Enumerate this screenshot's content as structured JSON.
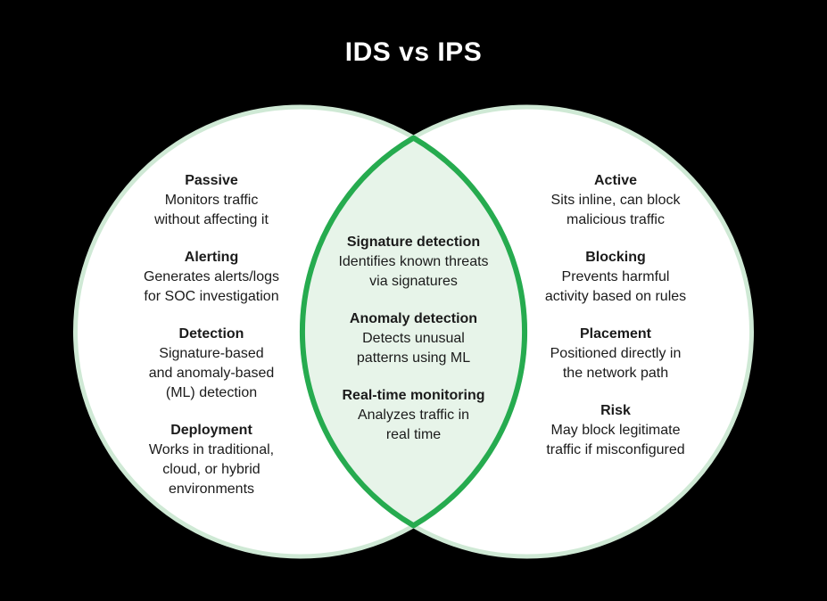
{
  "title": "IDS vs IPS",
  "colors": {
    "background": "#000000",
    "circle_fill": "#ffffff",
    "circle_border": "#cfe9d5",
    "overlap_fill": "#e7f4e9",
    "overlap_border": "#26ab4f",
    "title_text": "#ffffff",
    "body_text": "#1b1b1b"
  },
  "venn": {
    "left": {
      "items": [
        {
          "heading": "Passive",
          "lines": [
            "Monitors traffic",
            "without affecting it"
          ]
        },
        {
          "heading": "Alerting",
          "lines": [
            "Generates alerts/logs",
            "for SOC investigation"
          ]
        },
        {
          "heading": "Detection",
          "lines": [
            "Signature-based",
            "and anomaly-based",
            "(ML) detection"
          ]
        },
        {
          "heading": "Deployment",
          "lines": [
            "Works in traditional,",
            "cloud, or hybrid",
            "environments"
          ]
        }
      ]
    },
    "middle": {
      "items": [
        {
          "heading": "Signature detection",
          "lines": [
            "Identifies known threats",
            "via signatures"
          ]
        },
        {
          "heading": "Anomaly detection",
          "lines": [
            "Detects unusual",
            "patterns using ML"
          ]
        },
        {
          "heading": "Real-time monitoring",
          "lines": [
            "Analyzes traffic in",
            "real time"
          ]
        }
      ]
    },
    "right": {
      "items": [
        {
          "heading": "Active",
          "lines": [
            "Sits inline, can block",
            "malicious traffic"
          ]
        },
        {
          "heading": "Blocking",
          "lines": [
            "Prevents harmful",
            "activity based on rules"
          ]
        },
        {
          "heading": "Placement",
          "lines": [
            "Positioned directly in",
            "the network path"
          ]
        },
        {
          "heading": "Risk",
          "lines": [
            "May block legitimate",
            "traffic if misconfigured"
          ]
        }
      ]
    }
  }
}
